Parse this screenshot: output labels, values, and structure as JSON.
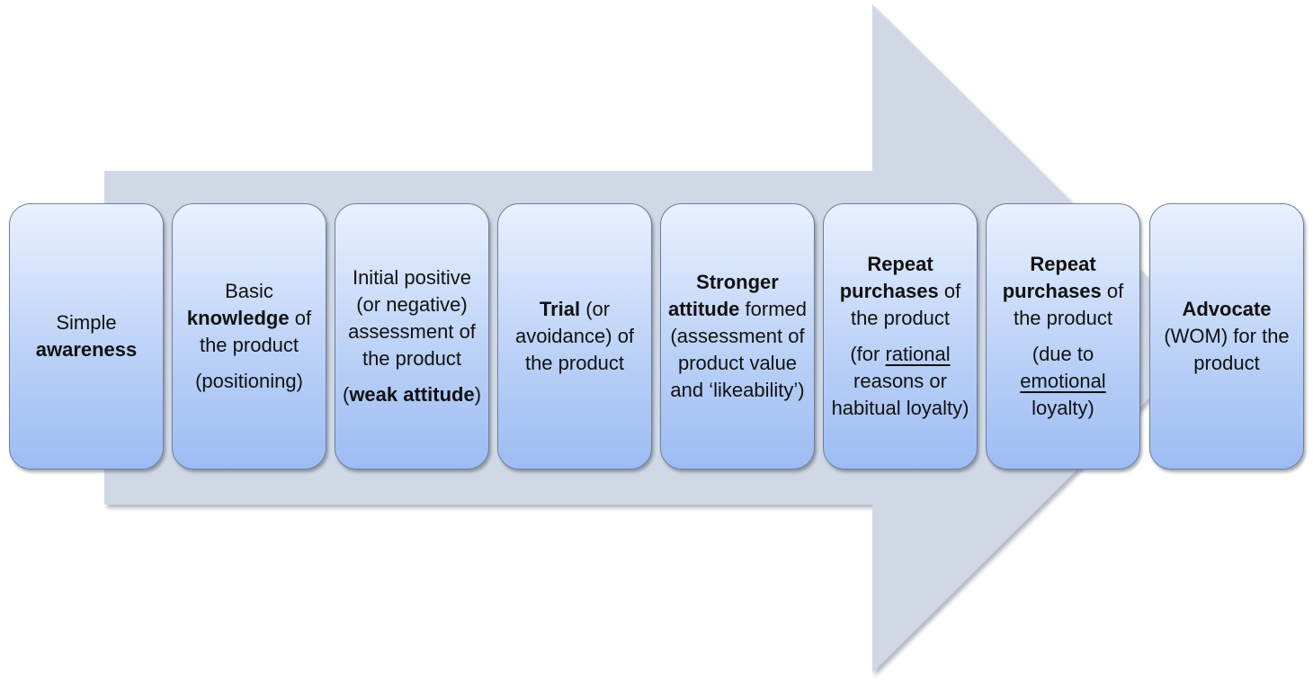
{
  "colors": {
    "arrow_fill": "#d0d8e6",
    "box_top": "#eaf1ff",
    "box_bottom": "#9dbcf4",
    "box_border": "#6f7f98"
  },
  "stages": [
    {
      "p1": {
        "a": "Simple",
        "b": "awareness"
      }
    },
    {
      "p1": {
        "a": "Basic",
        "b": "knowledge",
        "c": "of the product"
      },
      "p2": {
        "a": "(positioning)"
      }
    },
    {
      "p1": {
        "a": "Initial positive (or negative) assessment of the product"
      },
      "p2": {
        "a": "(",
        "b": "weak attitude",
        "c": ")"
      }
    },
    {
      "p1": {
        "b": "Trial",
        "c": "(or avoidance) of the product"
      }
    },
    {
      "p1": {
        "b": "Stronger attitude",
        "c": "formed (assessment of product value and ‘likeability’)"
      }
    },
    {
      "p1": {
        "b": "Repeat purchases",
        "c": "of the product"
      },
      "p2": {
        "a": "(for",
        "u": "rational",
        "c": "reasons or habitual loyalty)"
      }
    },
    {
      "p1": {
        "b": "Repeat purchases",
        "c": "of the product"
      },
      "p2": {
        "a": "(due to",
        "u": "emotional",
        "c": "loyalty)"
      }
    },
    {
      "p1": {
        "b": "Advocate",
        "c": "(WOM) for the product"
      }
    }
  ]
}
